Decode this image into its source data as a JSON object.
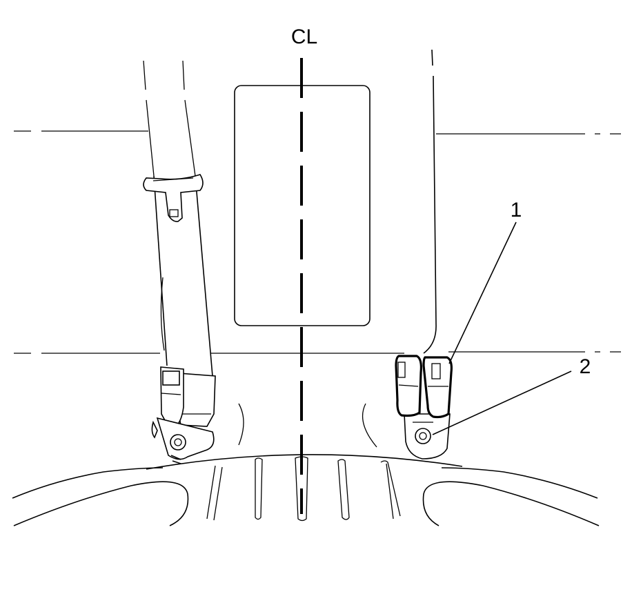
{
  "labels": {
    "centerline": "CL",
    "callout_1": "1",
    "callout_2": "2"
  },
  "colors": {
    "line": "#000000",
    "background": "#ffffff"
  }
}
